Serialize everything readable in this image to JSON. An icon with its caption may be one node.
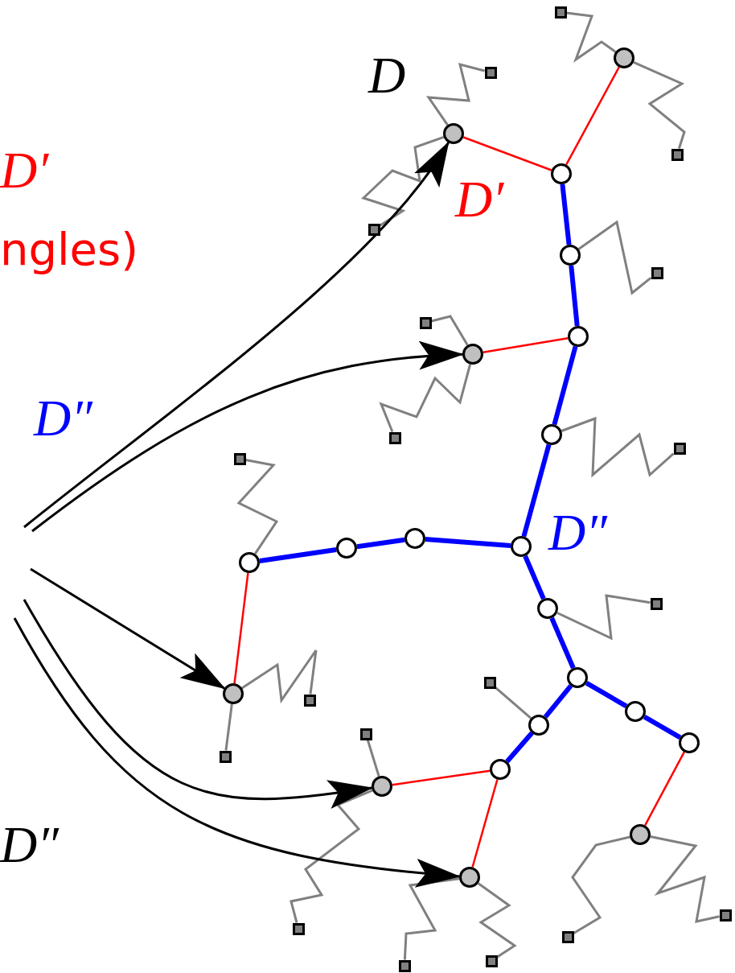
{
  "diagram": {
    "nodes": [
      {
        "text": [],
        "shape": "box"
      },
      {
        "text": [],
        "shape": "circle"
      },
      {
        "text": [],
        "shape": "box"
      },
      {
        "text": [],
        "shape": "circle"
      },
      {
        "text": [],
        "shape": "box"
      },
      {
        "text": [],
        "shape": "circle"
      },
      {
        "text": [],
        "shape": "box"
      },
      {
        "text": [],
        "shape": "circle"
      },
      {
        "text": [],
        "shape": "box"
      },
      {
        "text": [],
        "shape": "box"
      },
      {
        "text": [],
        "shape": "circle"
      },
      {
        "text": [],
        "shape": "circle"
      },
      {
        "text": [],
        "shape": "circle"
      },
      {
        "text": [],
        "shape": "box"
      },
      {
        "text": [],
        "shape": "box"
      },
      {
        "text": [],
        "shape": "box"
      },
      {
        "text": [],
        "shape": "circle"
      },
      {
        "text": [],
        "shape": "circle"
      },
      {
        "text": [],
        "shape": "circle"
      },
      {
        "text": [],
        "shape": "circle"
      },
      {
        "text": [],
        "shape": "box"
      },
      {
        "text": [],
        "shape": "circle"
      },
      {
        "text": [],
        "shape": "circle"
      },
      {
        "text": [],
        "shape": "box"
      },
      {
        "text": [],
        "shape": "circle"
      },
      {
        "text": [],
        "shape": "box"
      },
      {
        "text": [],
        "shape": "circle"
      },
      {
        "text": [],
        "shape": "circle"
      },
      {
        "text": [],
        "shape": "box"
      },
      {
        "text": [],
        "shape": "circle"
      },
      {
        "text": [],
        "shape": "box"
      },
      {
        "text": [],
        "shape": "circle"
      },
      {
        "text": [],
        "shape": "circle"
      },
      {
        "text": [],
        "shape": "circle"
      },
      {
        "text": [],
        "shape": "circle"
      },
      {
        "text": [],
        "shape": "box"
      },
      {
        "text": [],
        "shape": "box"
      },
      {
        "text": [],
        "shape": "box"
      },
      {
        "text": [],
        "shape": "box"
      },
      {
        "text": [],
        "shape": "box"
      }
    ],
    "edges": [
      {
        "from": 5,
        "to": 7,
        "arrow": "none",
        "style": "thick",
        "color": "#0000ff"
      },
      {
        "from": 7,
        "to": 10,
        "arrow": "none",
        "style": "thick",
        "color": "#0000ff"
      },
      {
        "from": 10,
        "to": 12,
        "arrow": "none",
        "style": "thick",
        "color": "#0000ff"
      },
      {
        "from": 12,
        "to": 17,
        "arrow": "none",
        "style": "thick",
        "color": "#0000ff"
      },
      {
        "from": 17,
        "to": 16,
        "arrow": "none",
        "style": "thick",
        "color": "#0000ff"
      },
      {
        "from": 16,
        "to": 18,
        "arrow": "none",
        "style": "thick",
        "color": "#0000ff"
      },
      {
        "from": 18,
        "to": 19,
        "arrow": "none",
        "style": "thick",
        "color": "#0000ff"
      },
      {
        "from": 17,
        "to": 21,
        "arrow": "none",
        "style": "thick",
        "color": "#0000ff"
      },
      {
        "from": 21,
        "to": 22,
        "arrow": "none",
        "style": "thick",
        "color": "#0000ff"
      },
      {
        "from": 22,
        "to": 26,
        "arrow": "none",
        "style": "thick",
        "color": "#0000ff"
      },
      {
        "from": 26,
        "to": 29,
        "arrow": "none",
        "style": "thick",
        "color": "#0000ff"
      },
      {
        "from": 22,
        "to": 27,
        "arrow": "none",
        "style": "thick",
        "color": "#0000ff"
      },
      {
        "from": 27,
        "to": 31,
        "arrow": "none",
        "style": "thick",
        "color": "#0000ff"
      },
      {
        "from": 3,
        "to": 5,
        "arrow": "none",
        "color": "#ff0000"
      },
      {
        "from": 1,
        "to": 5,
        "arrow": "none",
        "color": "#ff0000"
      },
      {
        "from": 11,
        "to": 10,
        "arrow": "none",
        "color": "#ff0000"
      },
      {
        "from": 19,
        "to": 24,
        "arrow": "none",
        "color": "#ff0000"
      },
      {
        "from": 32,
        "to": 31,
        "arrow": "none",
        "color": "#ff0000"
      },
      {
        "from": 31,
        "to": 34,
        "arrow": "none",
        "color": "#ff0000"
      },
      {
        "from": 29,
        "to": 33,
        "arrow": "none",
        "color": "#ff0000"
      },
      {
        "from": 3,
        "to": 2,
        "arrow": "none"
      },
      {
        "from": 3,
        "to": 6,
        "arrow": "none"
      },
      {
        "from": 1,
        "to": 0,
        "arrow": "none"
      },
      {
        "from": 1,
        "to": 4,
        "arrow": "none"
      },
      {
        "from": 7,
        "to": 8,
        "arrow": "none"
      },
      {
        "from": 11,
        "to": 9,
        "arrow": "none"
      },
      {
        "from": 11,
        "to": 13,
        "arrow": "none"
      },
      {
        "from": 12,
        "to": 14,
        "arrow": "none"
      },
      {
        "from": 19,
        "to": 15,
        "arrow": "none"
      },
      {
        "from": 21,
        "to": 20,
        "arrow": "none"
      },
      {
        "from": 24,
        "to": 25,
        "arrow": "none"
      },
      {
        "from": 24,
        "to": 30,
        "arrow": "none"
      },
      {
        "from": 27,
        "to": 23,
        "arrow": "none"
      },
      {
        "from": 32,
        "to": 28,
        "arrow": "none"
      },
      {
        "from": 32,
        "to": 36,
        "arrow": "none"
      },
      {
        "from": 34,
        "to": 39,
        "arrow": "none"
      },
      {
        "from": 34,
        "to": 38,
        "arrow": "none"
      },
      {
        "from": 33,
        "to": 37,
        "arrow": "none"
      },
      {
        "from": 33,
        "to": 35,
        "arrow": "none"
      },
      {
        "from": null,
        "to": 3,
        "arrow": "to",
        "color": "#000000"
      },
      {
        "from": null,
        "to": 11,
        "arrow": "to",
        "color": "#000000"
      },
      {
        "from": null,
        "to": 24,
        "arrow": "to",
        "color": "#000000"
      },
      {
        "from": null,
        "to": 32,
        "arrow": "to",
        "color": "#000000"
      },
      {
        "from": null,
        "to": 34,
        "arrow": "to",
        "color": "#000000"
      }
    ],
    "labels": [
      "D′",
      "ngles)",
      "D″",
      "D″",
      "D",
      "D′",
      "D″"
    ]
  }
}
